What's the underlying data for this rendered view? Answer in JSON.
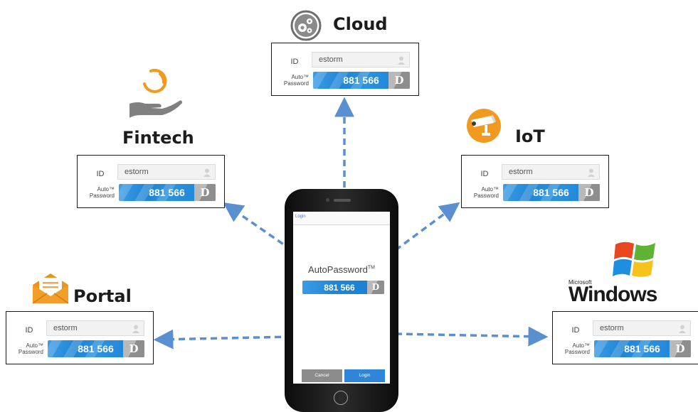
{
  "services": [
    {
      "key": "cloud",
      "title": "Cloud",
      "icon": "gears-icon"
    },
    {
      "key": "fintech",
      "title": "Fintech",
      "icon": "hand-ring-icon"
    },
    {
      "key": "iot",
      "title": "IoT",
      "icon": "cctv-camera-icon"
    },
    {
      "key": "portal",
      "title": "Portal",
      "icon": "mail-envelope-icon"
    },
    {
      "key": "windows",
      "title": "",
      "icon": "windows-flag-icon"
    }
  ],
  "card": {
    "id_label": "ID",
    "id_value": "estorm",
    "auto_label": "Auto™",
    "password_label": "Password",
    "code": "881 566",
    "d_label": "D"
  },
  "windows_logo": {
    "microsoft": "Microsoft",
    "windows": "Windows"
  },
  "phone": {
    "header": "Login",
    "brand": "AutoPassword",
    "brand_tm": "TM",
    "code": "881 566",
    "d_label": "D",
    "cancel": "Cancel",
    "login": "Login"
  },
  "colors": {
    "arrow": "#5a8fd0",
    "bar": "#1f85d6",
    "frame": "#1a1a1a"
  }
}
